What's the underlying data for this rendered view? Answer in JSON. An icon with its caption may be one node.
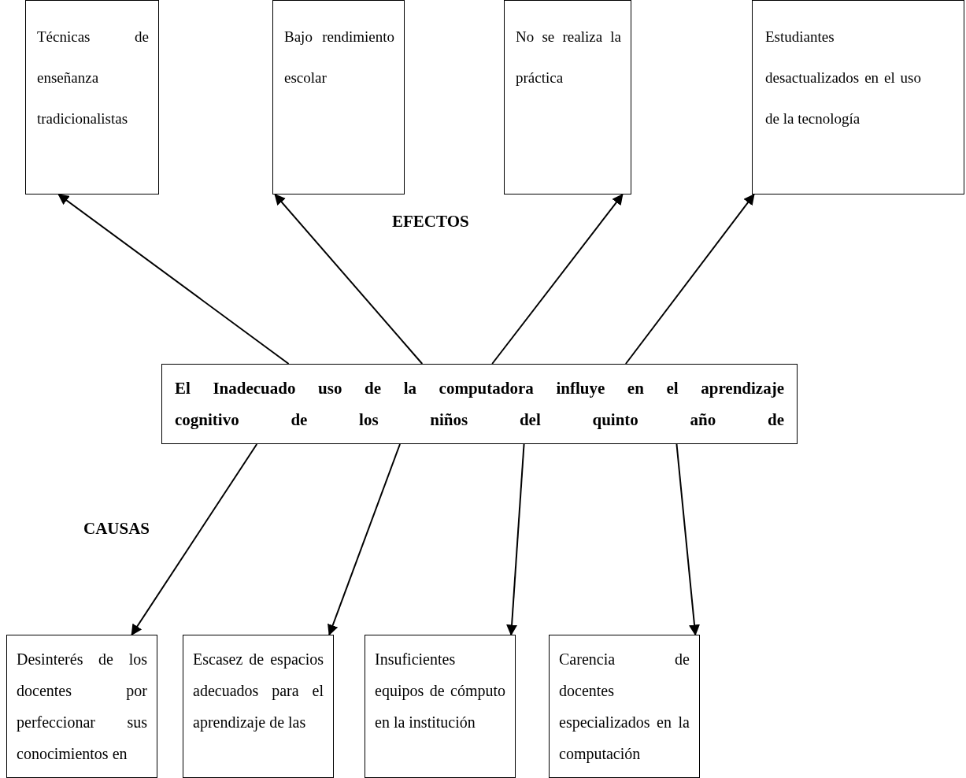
{
  "diagram": {
    "nodes": [
      {
        "text": [
          "Técnicas de enseñanza tradicionalistas"
        ]
      },
      {
        "text": [
          "Bajo rendimiento escolar"
        ]
      },
      {
        "text": [
          "No se realiza la práctica"
        ]
      },
      {
        "text": [
          "Estudiantes desactualizados en el uso de la tecnología"
        ]
      },
      {
        "text": [
          "El Inadecuado uso de la computadora  influye en el aprendizaje cognitivo de los niños del quinto año de"
        ]
      },
      {
        "text": [
          "Desinterés de los docentes por perfeccionar sus conocimientos en"
        ]
      },
      {
        "text": [
          "Escasez de espacios adecuados para el aprendizaje de las"
        ]
      },
      {
        "text": [
          "Insuficientes equipos de cómputo en la institución"
        ]
      },
      {
        "text": [
          "Carencia de docentes especializados en la computación"
        ]
      }
    ],
    "edges": [
      {
        "from": 4,
        "to": 0,
        "arrow": "to"
      },
      {
        "from": 4,
        "to": 1,
        "arrow": "to"
      },
      {
        "from": 4,
        "to": 2,
        "arrow": "to"
      },
      {
        "from": 4,
        "to": 3,
        "arrow": "to"
      },
      {
        "from": 4,
        "to": 5,
        "arrow": "to"
      },
      {
        "from": 4,
        "to": 6,
        "arrow": "to"
      },
      {
        "from": 4,
        "to": 7,
        "arrow": "to"
      },
      {
        "from": 4,
        "to": 8,
        "arrow": "to"
      }
    ],
    "labels": [
      "EFECTOS",
      "CAUSAS"
    ]
  }
}
